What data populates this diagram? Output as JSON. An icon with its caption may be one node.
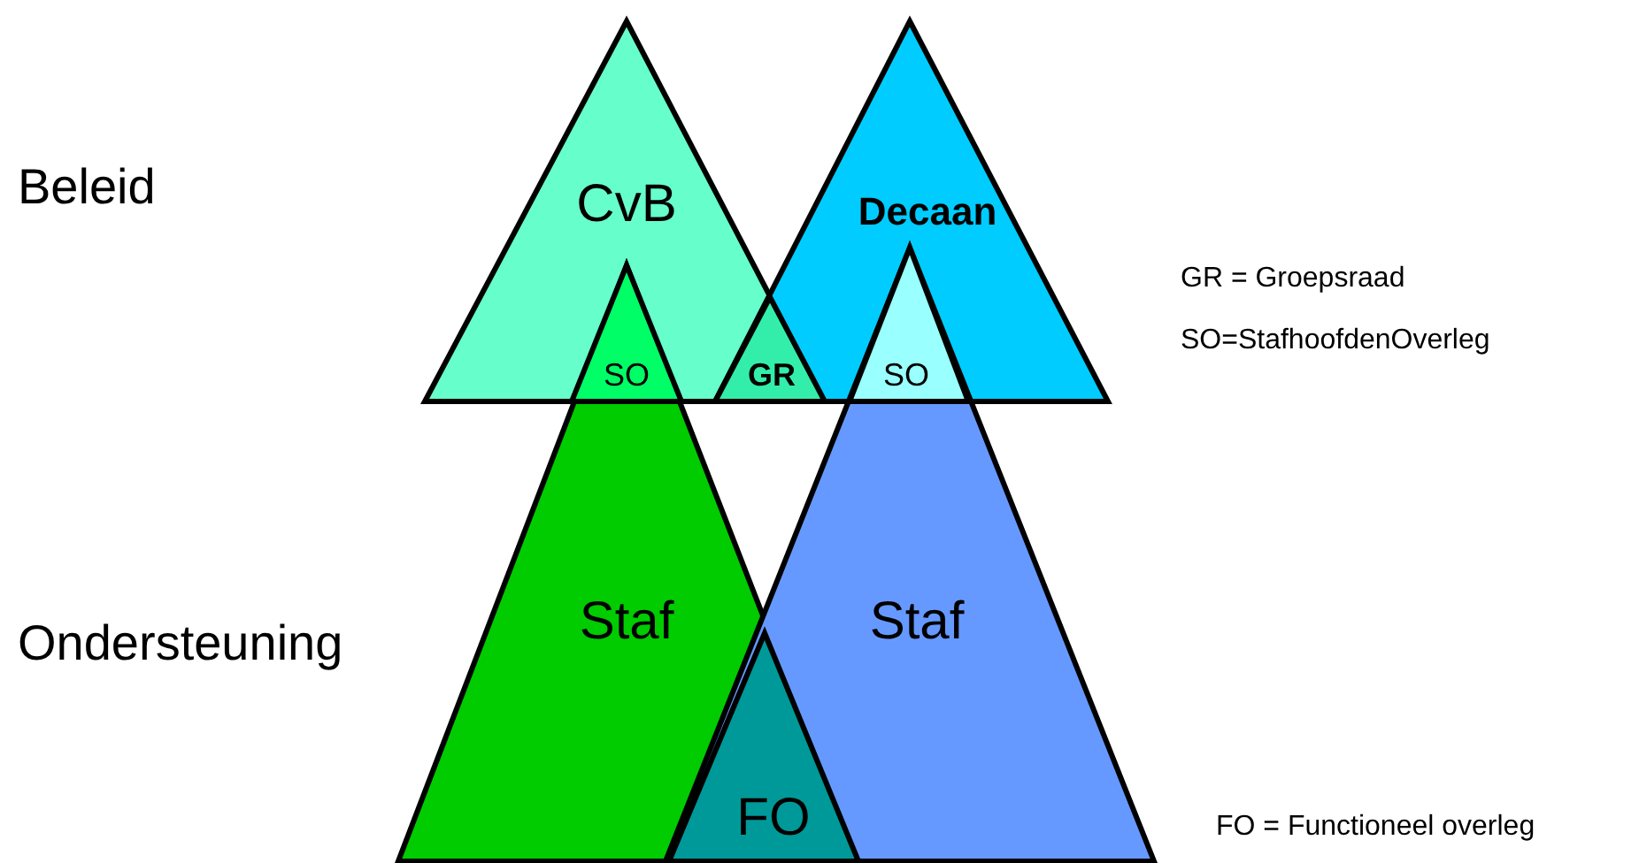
{
  "diagram": {
    "nodes": [
      {
        "text": [
          "CvB"
        ]
      },
      {
        "text": [
          "Decaan"
        ]
      },
      {
        "text": [
          "Staf"
        ]
      },
      {
        "text": [
          "Staf"
        ]
      },
      {
        "text": [
          "SO"
        ]
      },
      {
        "text": [
          "GR"
        ]
      },
      {
        "text": [
          "SO"
        ]
      },
      {
        "text": [
          "FO"
        ]
      }
    ],
    "labels": [
      "Beleid",
      "GR = Groepsraad",
      "SO=StafhoofdenOverleg",
      "Ondersteuning",
      "FO = Functioneel overleg"
    ]
  }
}
